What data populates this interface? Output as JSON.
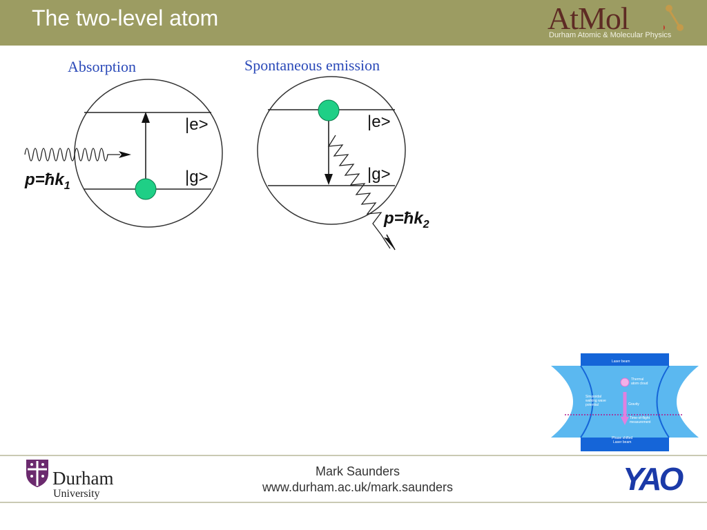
{
  "slide": {
    "title": "The two-level atom"
  },
  "atmol_logo": {
    "name": "AtMol",
    "subtitle": "Durham Atomic & Molecular Physics"
  },
  "absorption": {
    "label": "Absorption",
    "excited_state": "|e>",
    "ground_state": "|g>",
    "momentum": "p=ħk",
    "momentum_subscript": "1"
  },
  "emission": {
    "label": "Spontaneous emission",
    "excited_state": "|e>",
    "ground_state": "|g>",
    "momentum": "p=ħk",
    "momentum_subscript": "2"
  },
  "trap_figure": {
    "laser_beam_top": "Laser beam",
    "atom_cloud_line1": "Thermal",
    "atom_cloud_line2": "atom cloud",
    "potential_line1": "Sinusoidal",
    "potential_line2": "walking wave",
    "potential_line3": "potential",
    "gravity": "Gravity",
    "tof_line1": "Time-of-flight",
    "tof_line2": "measurement",
    "laser_beam_bottom_line1": "Phase shifted",
    "laser_beam_bottom_line2": "Laser beam"
  },
  "footer": {
    "author": "Mark Saunders",
    "url": "www.durham.ac.uk/mark.saunders",
    "university_name": "Durham",
    "university_sub": "University",
    "yao_logo": "YAO"
  },
  "colors": {
    "header_bg": "#9c9c62",
    "atom": "#1fcf86",
    "label_blue": "#2a49b8",
    "trap_blue": "#1a73d9",
    "durham_purple": "#6b2a6e",
    "yao_blue": "#1b3aa8"
  }
}
